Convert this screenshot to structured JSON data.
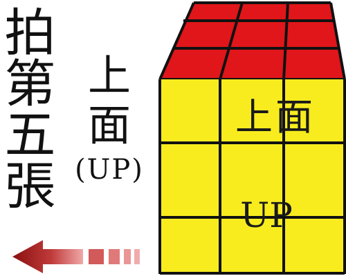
{
  "labels": {
    "big_title": "拍第五張",
    "side_label_zh": "上面",
    "side_label_en": "(UP)",
    "cube_face_zh": "上面",
    "cube_face_en": "UP"
  },
  "colors": {
    "top_face": "#e0161a",
    "front_face": "#f8ec1f",
    "grid_line": "#111111",
    "arrow_dark": "#8a1010",
    "arrow_light": "#f0a0a0"
  },
  "arrow": {
    "direction": "left"
  }
}
